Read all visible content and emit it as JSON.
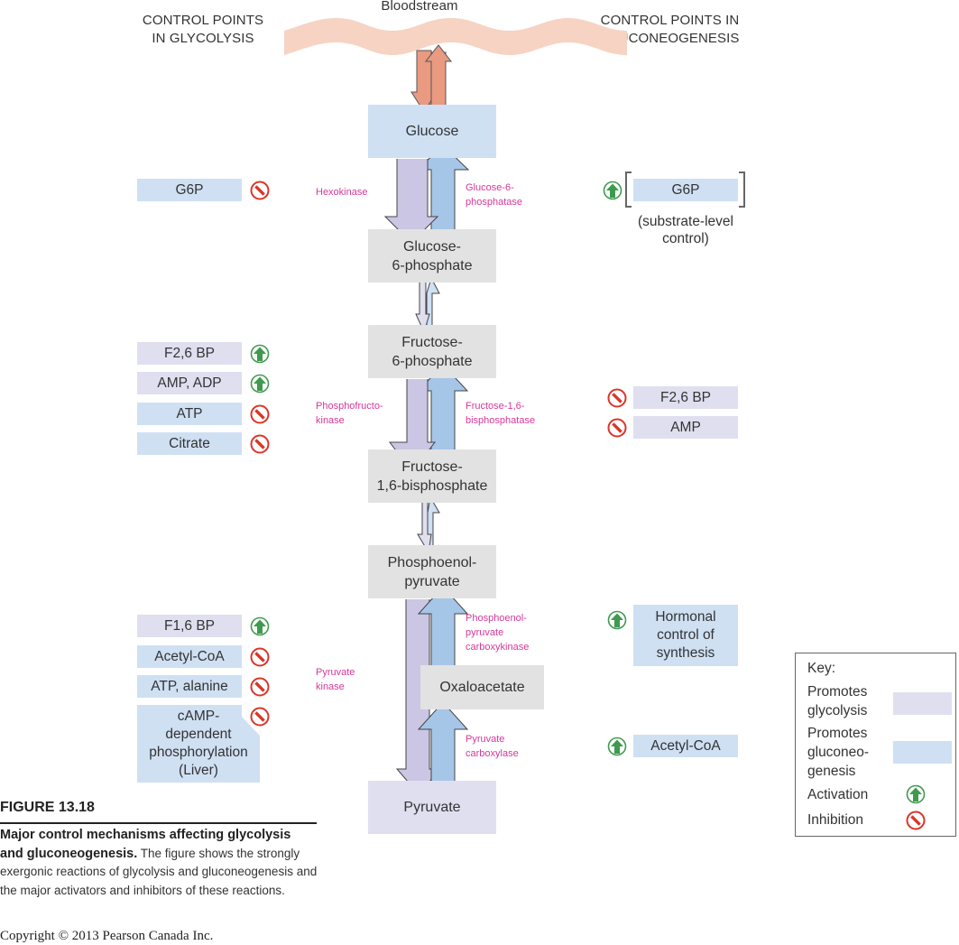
{
  "header": {
    "bloodstream": "Bloodstream",
    "left_title": [
      "CONTROL POINTS",
      "IN GLYCOLYSIS"
    ],
    "right_title": [
      "CONTROL POINTS IN",
      "GLUCONEOGENESIS"
    ]
  },
  "colors": {
    "promotes_glycolysis": "#e0dff0",
    "promotes_gluconeogenesis": "#cfe0f3",
    "intermediate": "#e2e2e2",
    "enzyme_text": "#d6389a",
    "activation": "#3f9a4f",
    "inhibition": "#d9362b",
    "bloodstream": "#f6d3c3",
    "transport_arrow": "#e99a80"
  },
  "pathway": {
    "metabolites": [
      {
        "id": "glucose",
        "label": "Glucose"
      },
      {
        "id": "g6p",
        "label": "Glucose-\n6-phosphate"
      },
      {
        "id": "f6p",
        "label": "Fructose-\n6-phosphate"
      },
      {
        "id": "f16bp",
        "label": "Fructose-\n1,6-bisphosphate"
      },
      {
        "id": "pep",
        "label": "Phosphoenol-\npyruvate"
      },
      {
        "id": "oaa",
        "label": "Oxaloacetate"
      },
      {
        "id": "pyruvate",
        "label": "Pyruvate"
      }
    ],
    "enzymes": {
      "hexokinase": "Hexokinase",
      "g6pase": "Glucose-6-\nphosphatase",
      "pfk": "Phosphofructo-\nkinase",
      "fbpase": "Fructose-1,6-\nbisphosphatase",
      "pk": "Pyruvate\nkinase",
      "pepck": "Phosphoenol-\npyruvate\ncarboxykinase",
      "pc": "Pyruvate\ncarboxylase"
    }
  },
  "glycolysis_controls": [
    {
      "label": "G6P",
      "promotes": "gluconeogenesis",
      "effect": "inhibition",
      "step": "Hexokinase"
    },
    {
      "label": "F2,6 BP",
      "promotes": "glycolysis",
      "effect": "activation",
      "step": "Phosphofructokinase"
    },
    {
      "label": "AMP, ADP",
      "promotes": "glycolysis",
      "effect": "activation",
      "step": "Phosphofructokinase"
    },
    {
      "label": "ATP",
      "promotes": "gluconeogenesis",
      "effect": "inhibition",
      "step": "Phosphofructokinase"
    },
    {
      "label": "Citrate",
      "promotes": "gluconeogenesis",
      "effect": "inhibition",
      "step": "Phosphofructokinase"
    },
    {
      "label": "F1,6 BP",
      "promotes": "glycolysis",
      "effect": "activation",
      "step": "Pyruvate kinase"
    },
    {
      "label": "Acetyl-CoA",
      "promotes": "gluconeogenesis",
      "effect": "inhibition",
      "step": "Pyruvate kinase"
    },
    {
      "label": "ATP, alanine",
      "promotes": "gluconeogenesis",
      "effect": "inhibition",
      "step": "Pyruvate kinase"
    },
    {
      "label": "cAMP-\ndependent\nphosphorylation\n(Liver)",
      "promotes": "gluconeogenesis",
      "effect": "inhibition",
      "step": "Pyruvate kinase"
    }
  ],
  "gluconeogenesis_controls": [
    {
      "label": "G6P",
      "promotes": "gluconeogenesis",
      "effect": "activation",
      "step": "Glucose-6-phosphatase",
      "note": "(substrate-level\ncontrol)"
    },
    {
      "label": "F2,6 BP",
      "promotes": "glycolysis",
      "effect": "inhibition",
      "step": "Fructose-1,6-bisphosphatase"
    },
    {
      "label": "AMP",
      "promotes": "glycolysis",
      "effect": "inhibition",
      "step": "Fructose-1,6-bisphosphatase"
    },
    {
      "label": "Hormonal\ncontrol of\nsynthesis",
      "promotes": "gluconeogenesis",
      "effect": "activation",
      "step": "Phosphoenolpyruvate carboxykinase"
    },
    {
      "label": "Acetyl-CoA",
      "promotes": "gluconeogenesis",
      "effect": "activation",
      "step": "Pyruvate carboxylase"
    }
  ],
  "key": {
    "title": "Key:",
    "items": [
      {
        "label": "Promotes\nglycolysis",
        "symbol": "swatch-purple"
      },
      {
        "label": "Promotes\ngluconeo-\ngenesis",
        "symbol": "swatch-blue"
      },
      {
        "label": "Activation",
        "symbol": "activation-icon"
      },
      {
        "label": "Inhibition",
        "symbol": "inhibition-icon"
      }
    ]
  },
  "caption": {
    "figure": "FIGURE 13.18",
    "bold": "Major control mechanisms affecting glycolysis and gluconeogenesis.",
    "text": " The figure shows the strongly exergonic reactions of glycolysis and gluconeogenesis and the major activators and inhibitors of these reactions."
  },
  "copyright": "Copyright © 2013 Pearson Canada Inc."
}
